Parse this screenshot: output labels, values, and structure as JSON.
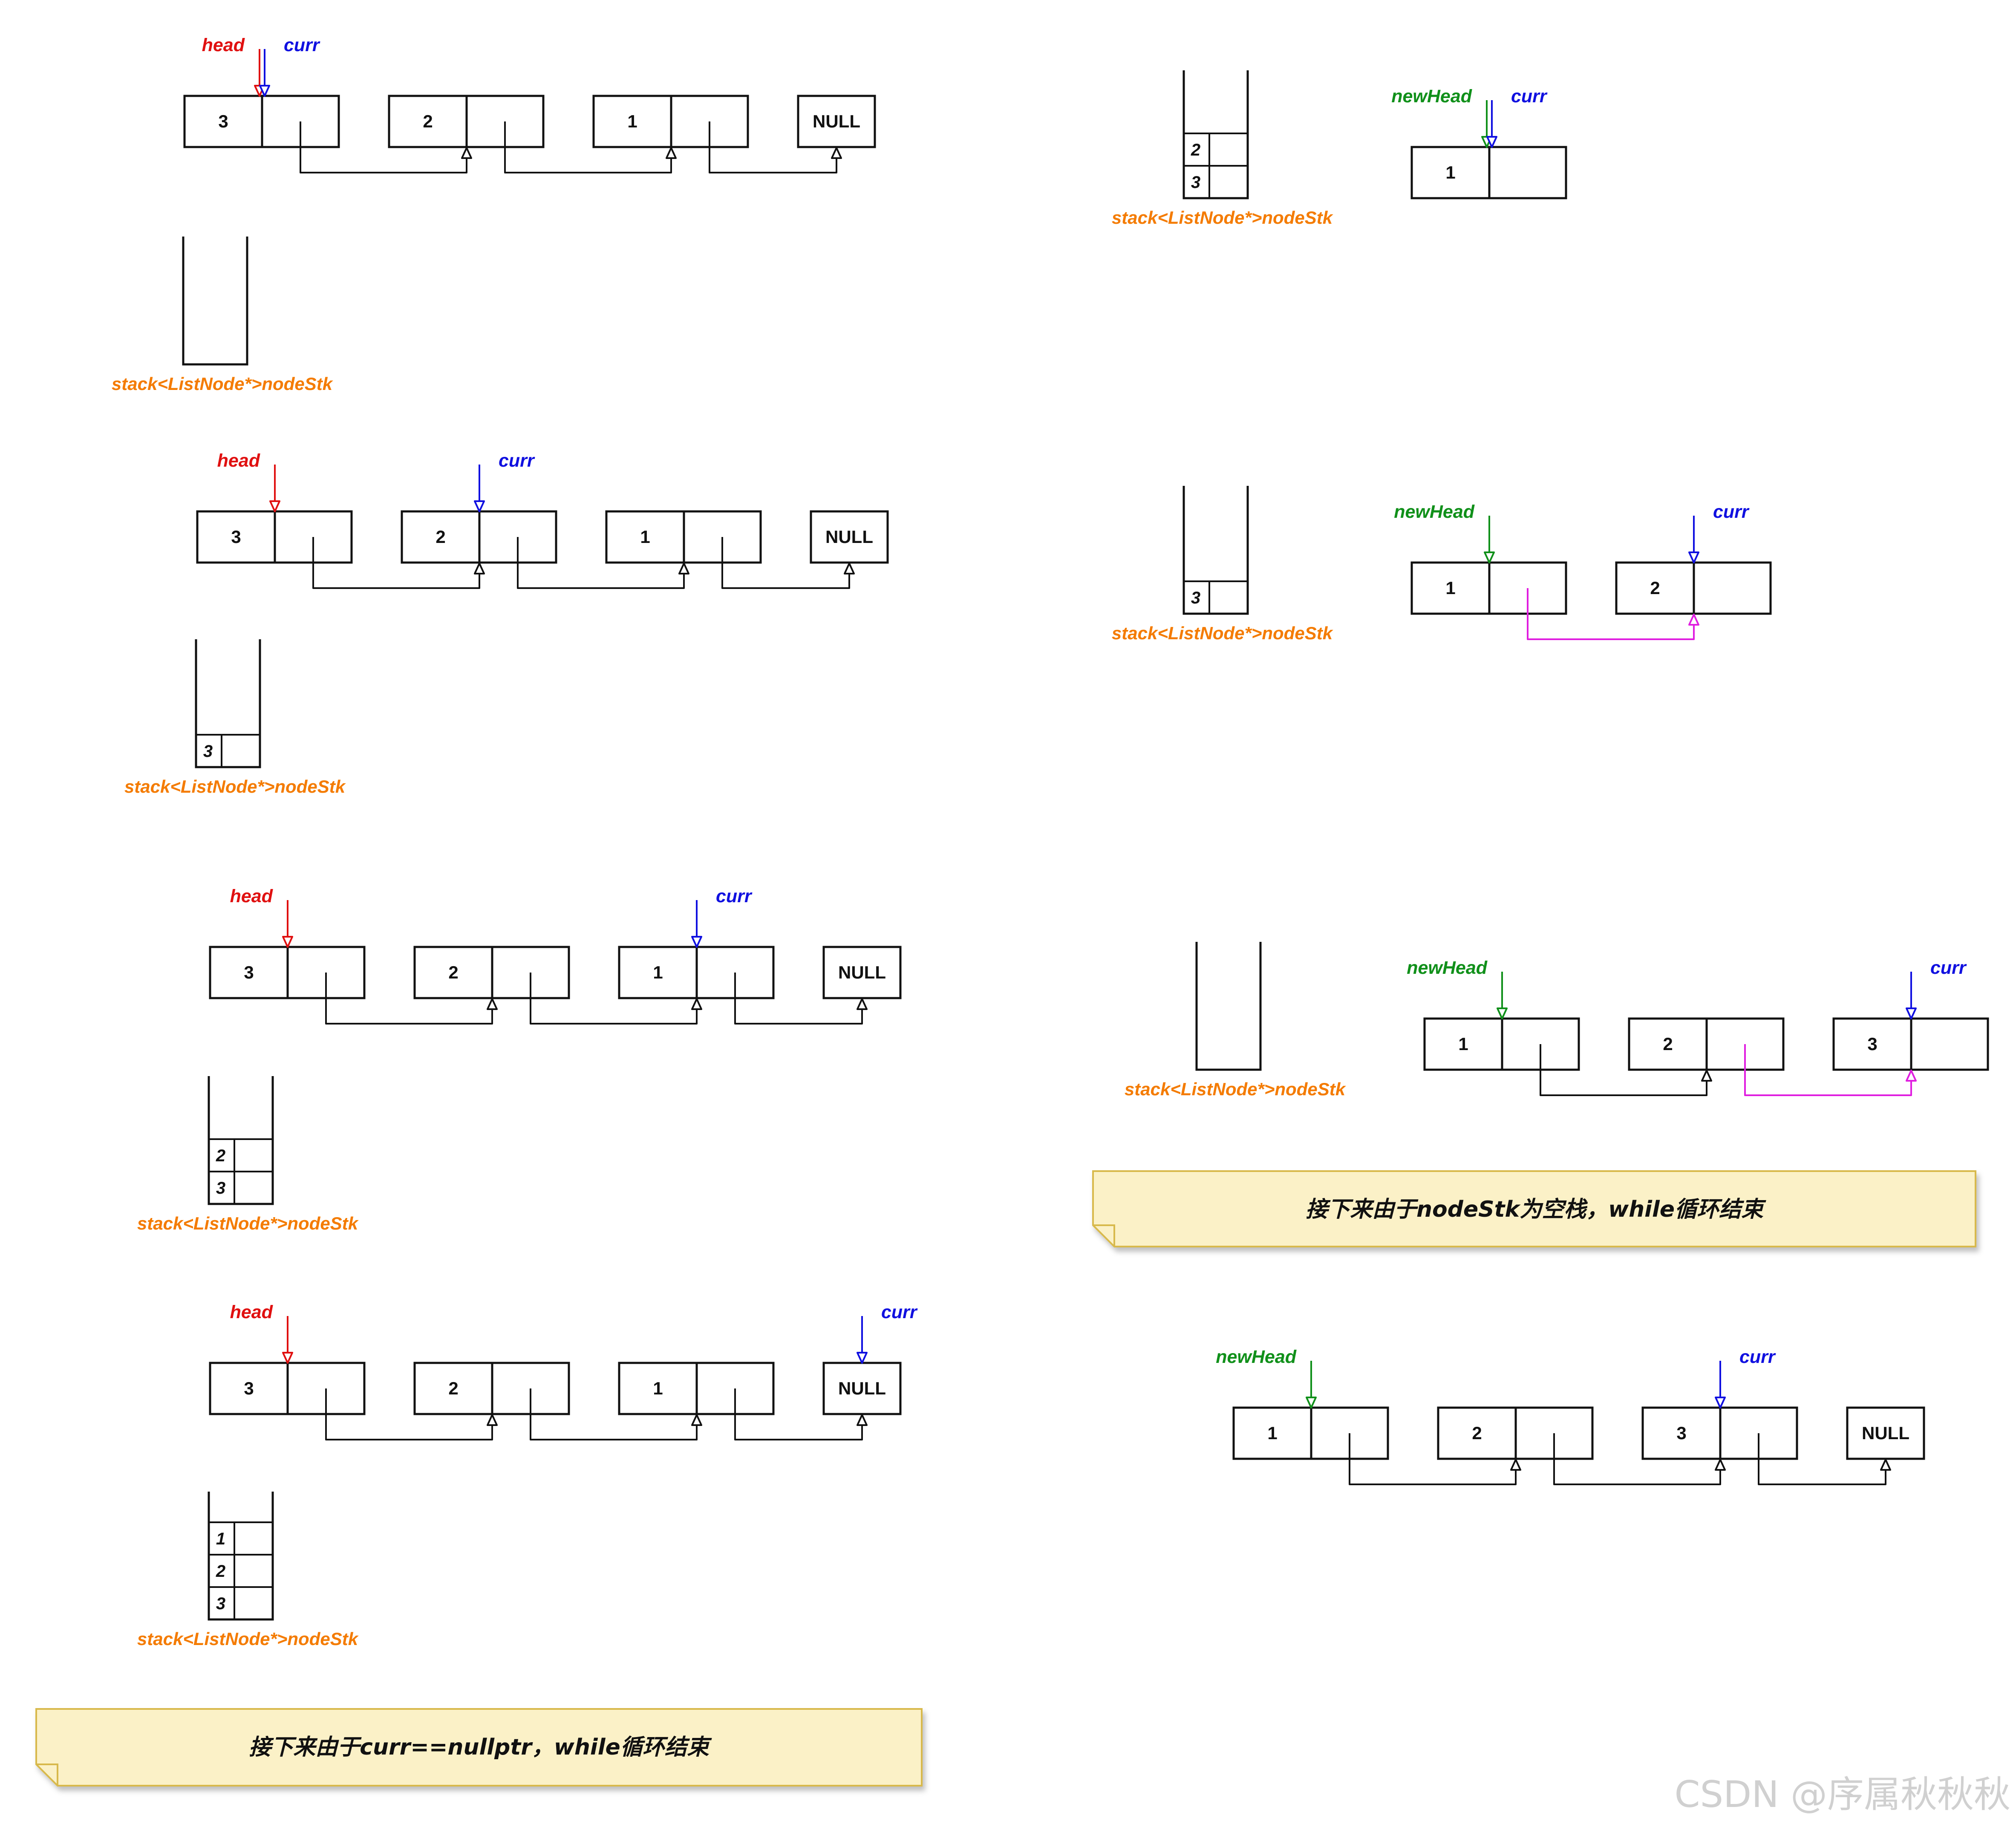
{
  "colors": {
    "head": "#e01010",
    "curr": "#1010e0",
    "newHead": "#10901a",
    "stack_label": "#f47b00",
    "new_link": "#e01ee0",
    "note_fill": "#fbf1c7",
    "note_border": "#d8b94c"
  },
  "labels": {
    "head": "head",
    "curr": "curr",
    "newHead": "newHead",
    "null": "NULL",
    "stack": "stack<ListNode*>nodeStk"
  },
  "left_steps": [
    {
      "nodes": [
        "3",
        "2",
        "1",
        "NULL"
      ],
      "head_at": 0,
      "curr_at": 0,
      "stack": []
    },
    {
      "nodes": [
        "3",
        "2",
        "1",
        "NULL"
      ],
      "head_at": 0,
      "curr_at": 1,
      "stack": [
        "3"
      ]
    },
    {
      "nodes": [
        "3",
        "2",
        "1",
        "NULL"
      ],
      "head_at": 0,
      "curr_at": 2,
      "stack": [
        "2",
        "3"
      ]
    },
    {
      "nodes": [
        "3",
        "2",
        "1",
        "NULL"
      ],
      "head_at": 0,
      "curr_at": 3,
      "stack": [
        "1",
        "2",
        "3"
      ]
    }
  ],
  "right_steps": [
    {
      "stack": [
        "2",
        "3"
      ],
      "nodes": [
        "1"
      ],
      "newHead_at": 0,
      "curr_at": 0
    },
    {
      "stack": [
        "3"
      ],
      "nodes": [
        "1",
        "2"
      ],
      "newHead_at": 0,
      "curr_at": 1
    },
    {
      "stack": [],
      "nodes": [
        "1",
        "2",
        "3"
      ],
      "newHead_at": 0,
      "curr_at": 2
    }
  ],
  "final_list": {
    "nodes": [
      "1",
      "2",
      "3",
      "NULL"
    ],
    "newHead_at": 0,
    "curr_at": 2
  },
  "notes": {
    "right": "接下来由于nodeStk为空栈，while循环结束",
    "left": "接下来由于curr==nullptr，while循环结束"
  },
  "watermark": "CSDN @序属秋秋秋"
}
